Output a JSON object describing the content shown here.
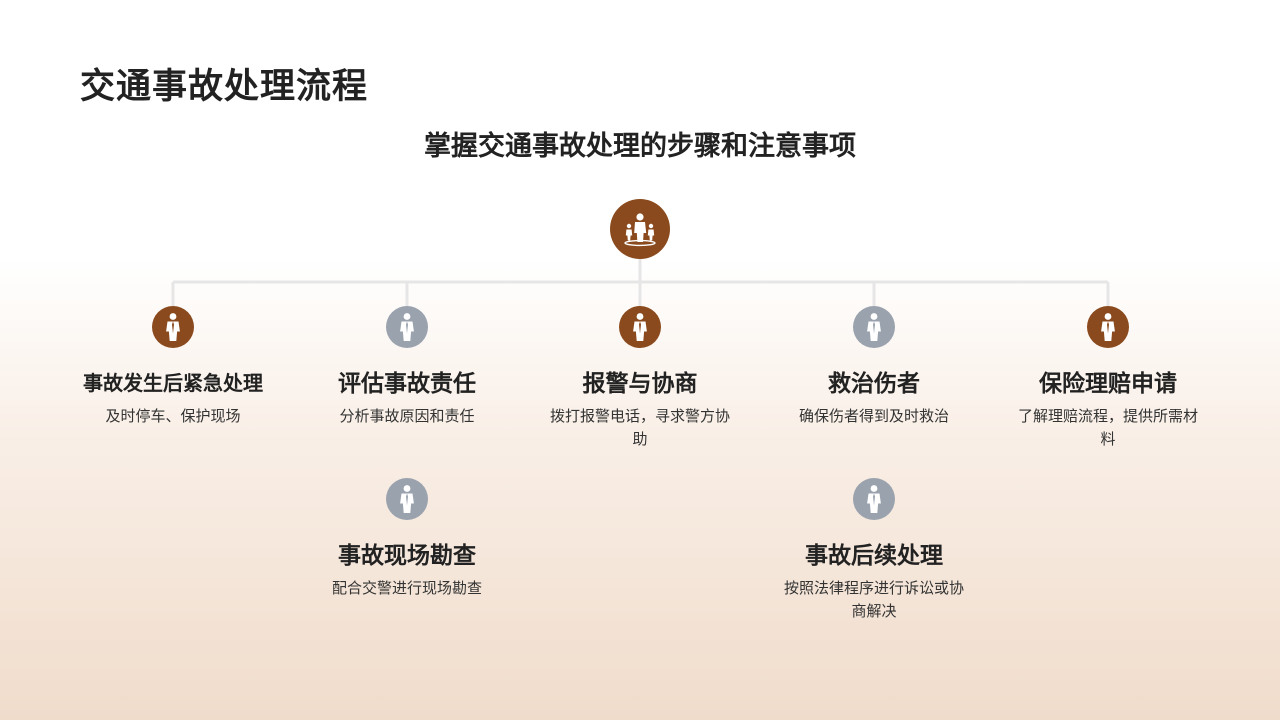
{
  "header": {
    "title": "交通事故处理流程",
    "subtitle": "掌握交通事故处理的步骤和注意事项"
  },
  "colors": {
    "accent": "#8a4a1d",
    "muted": "#9aa2ae",
    "connector": "#e6e6e6"
  },
  "root": {
    "icon": "team-people-icon",
    "color": "brown"
  },
  "steps": [
    {
      "title": "事故发生后紧急处理",
      "desc": "及时停车、保护现场",
      "icon": "person-icon",
      "color": "brown"
    },
    {
      "title": "评估事故责任",
      "desc": "分析事故原因和责任",
      "icon": "person-icon",
      "color": "gray"
    },
    {
      "title": "报警与协商",
      "desc": "拨打报警电话，寻求警方协助",
      "icon": "person-icon",
      "color": "brown"
    },
    {
      "title": "救治伤者",
      "desc": "确保伤者得到及时救治",
      "icon": "person-icon",
      "color": "gray"
    },
    {
      "title": "保险理赔申请",
      "desc": "了解理赔流程，提供所需材料",
      "icon": "person-icon",
      "color": "brown"
    }
  ],
  "substeps": [
    {
      "title": "事故现场勘查",
      "desc": "配合交警进行现场勘查",
      "icon": "person-icon",
      "color": "gray"
    },
    {
      "title": "事故后续处理",
      "desc": "按照法律程序进行诉讼或协商解决",
      "icon": "person-icon",
      "color": "gray"
    }
  ]
}
